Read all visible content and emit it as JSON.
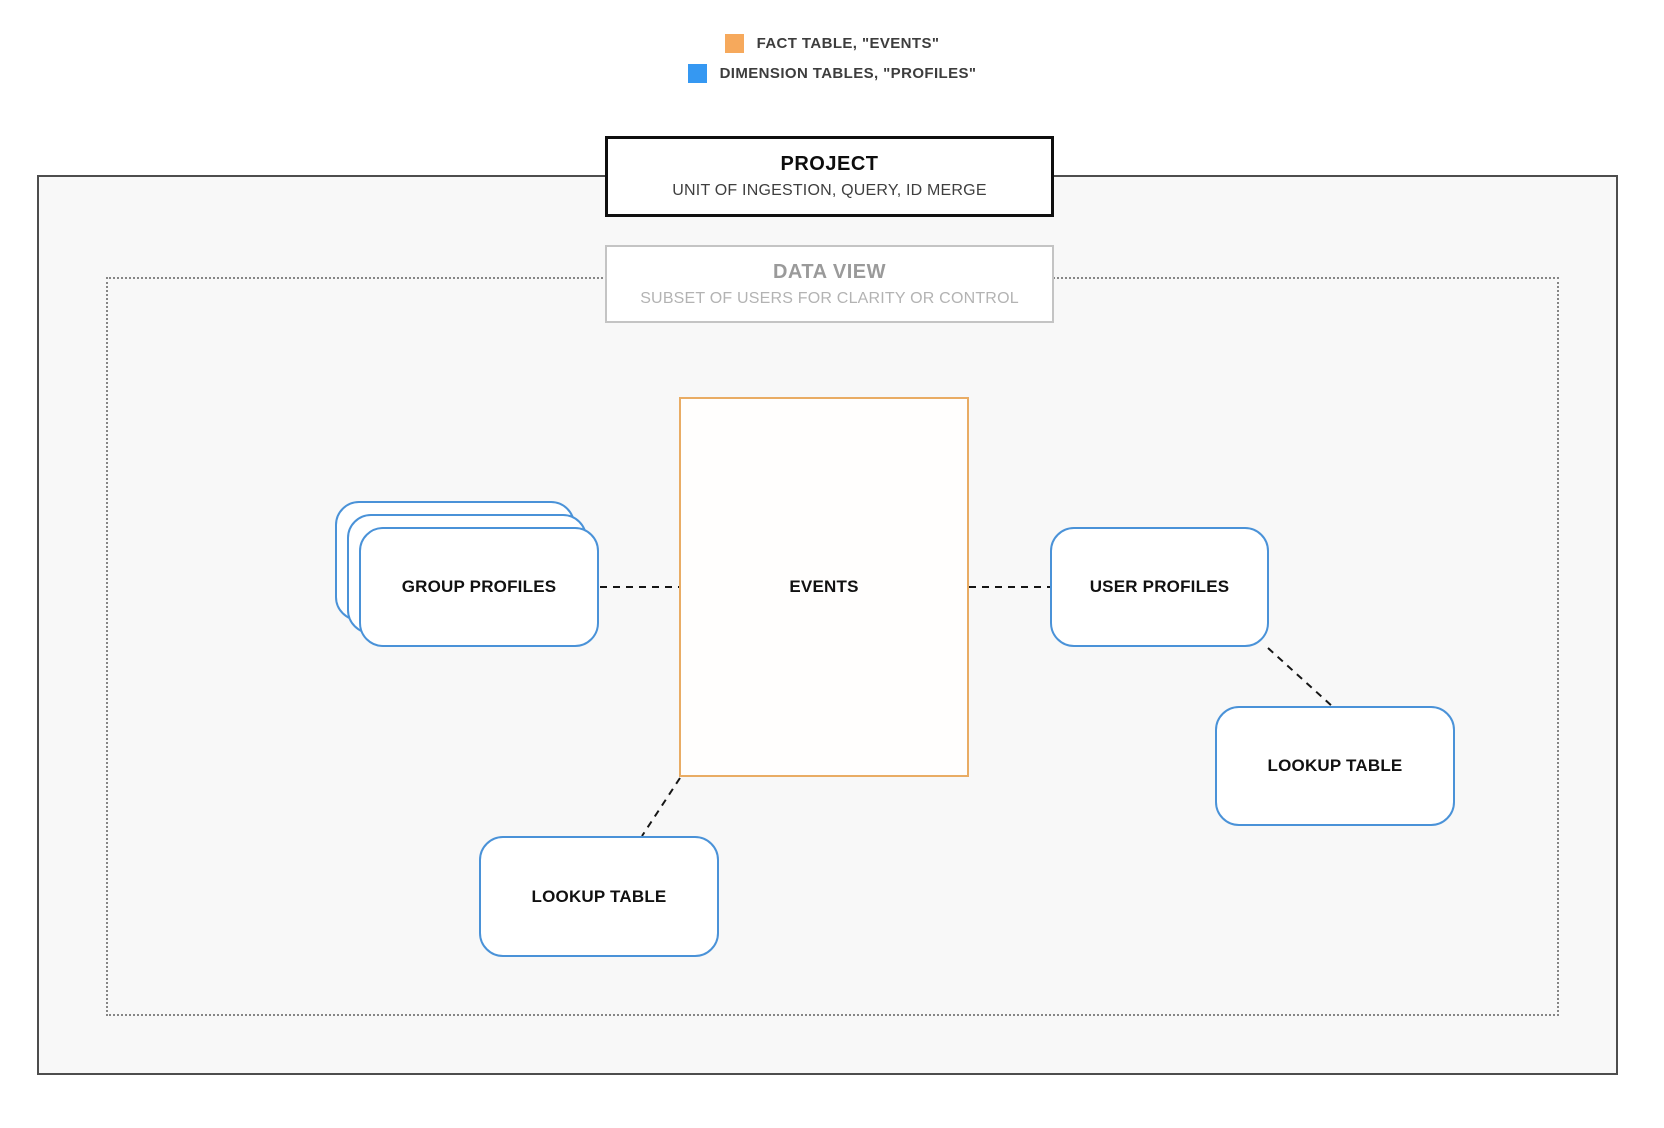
{
  "legend": {
    "items": [
      {
        "name": "fact-table",
        "label": "FACT TABLE, \"EVENTS\"",
        "color": "#f6a95c"
      },
      {
        "name": "dimension-tables",
        "label": "DIMENSION TABLES, \"PROFILES\"",
        "color": "#3598f2"
      }
    ]
  },
  "project_box": {
    "title": "PROJECT",
    "subtitle": "UNIT OF INGESTION, QUERY, ID MERGE"
  },
  "data_view_box": {
    "title": "DATA VIEW",
    "subtitle": "SUBSET OF USERS FOR CLARITY OR CONTROL"
  },
  "nodes": {
    "events": {
      "label": "EVENTS",
      "type": "fact-table"
    },
    "group_profiles": {
      "label": "GROUP PROFILES",
      "type": "dimension-table",
      "stacked": true
    },
    "user_profiles": {
      "label": "USER PROFILES",
      "type": "dimension-table"
    },
    "lookup_table_right": {
      "label": "LOOKUP TABLE",
      "type": "dimension-table"
    },
    "lookup_table_bottom": {
      "label": "LOOKUP TABLE",
      "type": "dimension-table"
    }
  },
  "connections": [
    {
      "from": "GROUP PROFILES",
      "to": "EVENTS",
      "style": "dashed"
    },
    {
      "from": "EVENTS",
      "to": "USER PROFILES",
      "style": "dashed"
    },
    {
      "from": "USER PROFILES",
      "to": "LOOKUP TABLE (right)",
      "style": "dashed"
    },
    {
      "from": "EVENTS",
      "to": "LOOKUP TABLE (bottom)",
      "style": "dashed"
    }
  ],
  "colors": {
    "fact_table_accent": "#f6a95c",
    "dimension_table_accent": "#3598f2",
    "blue_node_border": "#4a92d8",
    "events_border": "#e9ac64",
    "outer_border": "#4d4d4d",
    "dotted_border": "#868686",
    "inner_background": "#f8f8f8",
    "connector": "#161616"
  }
}
